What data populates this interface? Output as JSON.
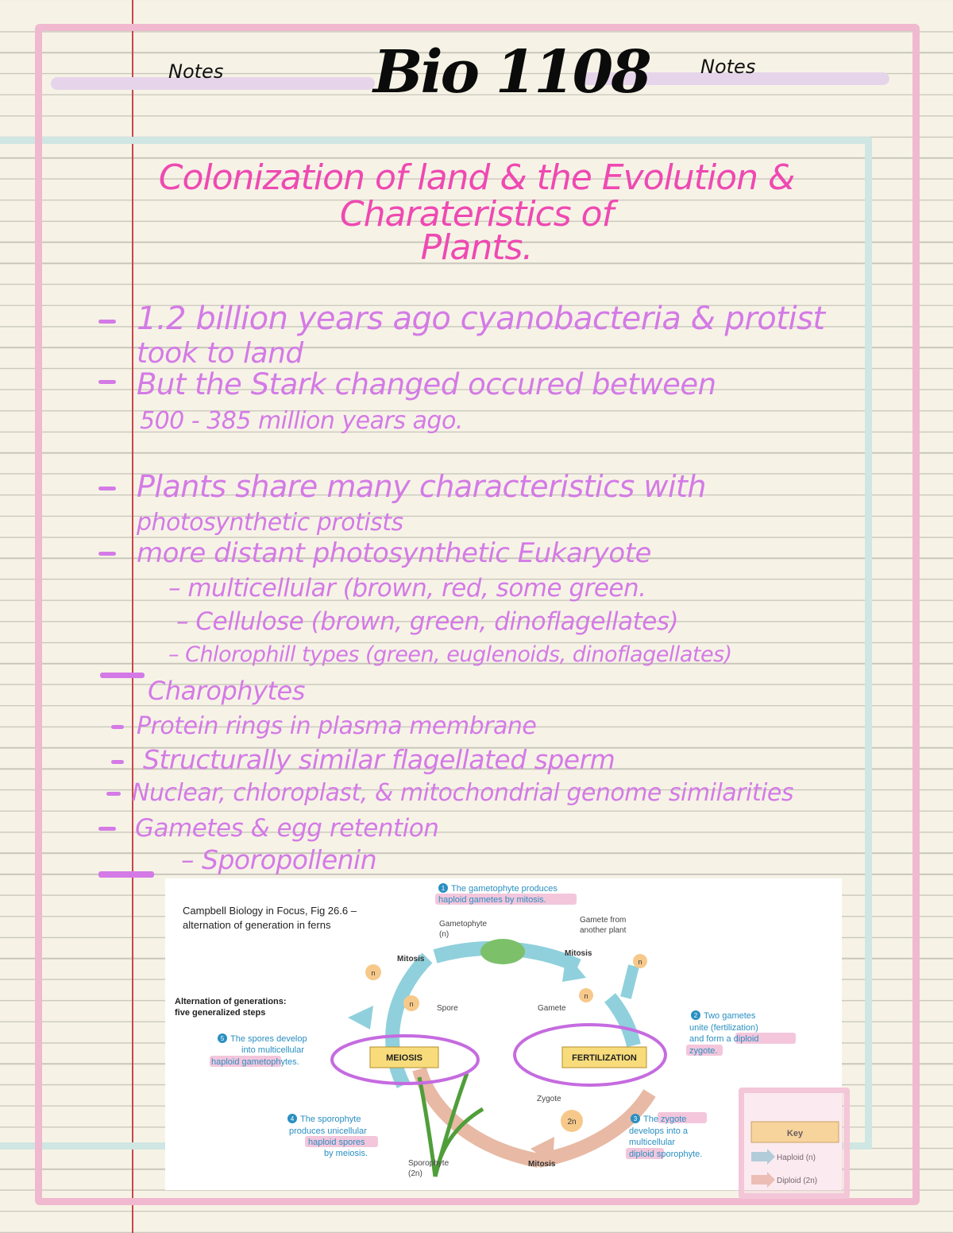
{
  "header": {
    "notes_left": "Notes",
    "title": "Bio 1108",
    "notes_right": "Notes"
  },
  "heading": {
    "line1": "Colonization of land & the Evolution  &",
    "line2": "Charateristics of",
    "line3": "Plants."
  },
  "notes": [
    "1.2 billion years ago cyanobacteria & protist",
    "took to land",
    "But the Stark changed occured between",
    "500 - 385 million years ago.",
    "Plants share many characteristics with",
    "photosynthetic protists",
    "more distant photosynthetic Eukaryote",
    "multicellular (brown, red, some green.",
    "Cellulose (brown, green, dinoflagellates)",
    "Chlorophill types (green, euglenoids, dinoflagellates)",
    "Charophytes",
    "Protein rings in plasma membrane",
    "Structurally similar flagellated sperm",
    "Nuclear, chloroplast, & mitochondrial genome similarities",
    "Gametes & egg retention",
    "Sporopollenin"
  ],
  "figure": {
    "caption_line1": "Campbell Biology in Focus, Fig 26.6 –",
    "caption_line2": "alternation of generation in ferns",
    "subtitle_line1": "Alternation of generations:",
    "subtitle_line2": "five generalized steps",
    "step1_line1": "The gametophyte produces",
    "step1_line2": "haploid gametes by mitosis.",
    "step2_line1": "Two gametes",
    "step2_line2": "unite (fertilization)",
    "step2_line3": "and form a diploid",
    "step2_line4": "zygote.",
    "step3_line1": "The zygote",
    "step3_line2": "develops into a",
    "step3_line3": "multicellular",
    "step3_line4": "diploid sporophyte.",
    "step4_line1": "The sporophyte",
    "step4_line2": "produces unicellular",
    "step4_line3": "haploid spores",
    "step4_line4": "by meiosis.",
    "step5_line1": "The spores develop",
    "step5_line2": "into multicellular",
    "step5_line3": "haploid gametophytes.",
    "num1": "1",
    "num2": "2",
    "num3": "3",
    "num4": "4",
    "num5": "5",
    "gametophyte_label": "Gametophyte",
    "gametophyte_ploidy": "(n)",
    "gamete_from_line1": "Gamete from",
    "gamete_from_line2": "another plant",
    "mitosis_left": "Mitosis",
    "mitosis_right": "Mitosis",
    "mitosis_bottom": "Mitosis",
    "spore_label": "Spore",
    "gamete_label": "Gamete",
    "meiosis_box": "MEIOSIS",
    "fertilization_box": "FERTILIZATION",
    "zygote_label": "Zygote",
    "sporophyte_label": "Sporophyte",
    "sporophyte_ploidy": "(2n)",
    "cell_n": "n",
    "cell_2n": "2n",
    "key_title": "Key",
    "key_haploid": "Haploid (n)",
    "key_diploid": "Diploid (2n)",
    "colors": {
      "haploid_arrow": "#8fd0dc",
      "diploid_arrow": "#e8b9a4",
      "step_text": "#2a8fc1",
      "box_fill": "#f8dc7c",
      "annotation": "#c56be0"
    }
  }
}
